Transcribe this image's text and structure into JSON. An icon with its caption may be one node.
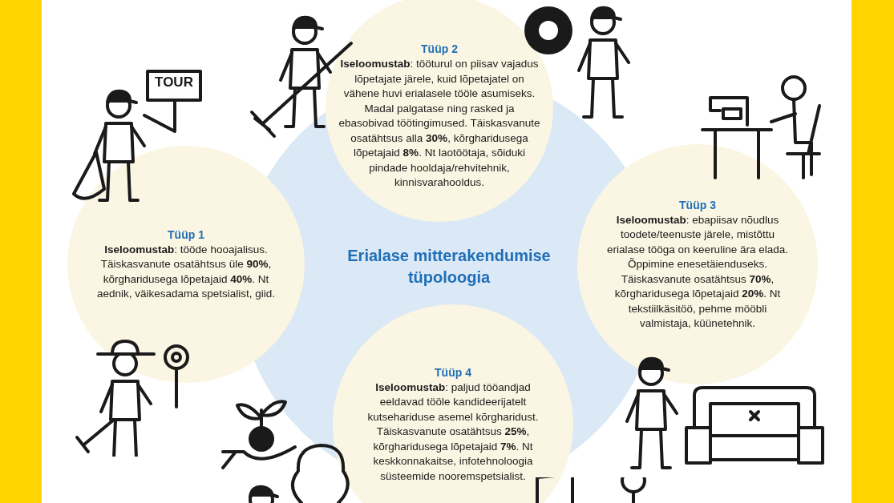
{
  "diagram": {
    "nodes": [
      {
        "text": [
          "Erialase mitterakendumise tüpoloogia"
        ]
      },
      {
        "text": [
          "Tüüp 1",
          "**Iseloomustab**: tööde hooajalisus. Täiskasvanute osatähtsus üle **90%**, kõrgharidusega lõpetajaid **40%**. Nt aednik, väikesadama spetsialist, giid."
        ]
      },
      {
        "text": [
          "Tüüp 2",
          "**Iseloomustab**: tööturul on piisav vajadus lõpetajate järele, kuid lõpetajatel on vähene huvi erialasele tööle asumiseks. Madal palgatase ning rasked ja ebasobivad töötingimused. Täiskasvanute osatähtsus alla **30%**, kõrgharidusega lõpetajaid **8%**. Nt laotöötaja, sõiduki pindade hooldaja/rehvitehnik, kinnisvarahooldus."
        ]
      },
      {
        "text": [
          "Tüüp 3",
          "**Iseloomustab**: ebapiisav nõudlus toodete/teenuste järele, mistõttu erialase tööga on keeruline ära elada. Õppimine enesetäienduseks. Täiskasvanute osatähtsus **70%**, kõrgharidusega lõpetajaid **20%**. Nt tekstiilkäsitöö, pehme mööbli valmistaja, küünetehnik."
        ]
      },
      {
        "text": [
          "Tüüp 4",
          "**Iseloomustab**: paljud tööandjad eeldavad tööle kandideerijatelt kutsehariduse asemel kõrgharidust. Täiskasvanute osatähtsus **25%**, kõrgharidusega lõpetajaid **7%**. Nt keskkonnakaitse, infotehnoloogia süsteemide nooremspetsialist."
        ]
      }
    ],
    "labels": [
      "TOUR"
    ]
  }
}
